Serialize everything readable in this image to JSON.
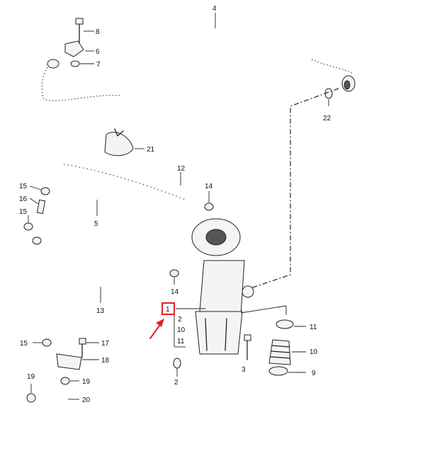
{
  "diagram": {
    "highlight_color": "#e02020",
    "line_color": "#222222",
    "callouts": [
      {
        "id": "c4",
        "text": "4"
      },
      {
        "id": "c8",
        "text": "8"
      },
      {
        "id": "c6",
        "text": "6"
      },
      {
        "id": "c7",
        "text": "7"
      },
      {
        "id": "c22",
        "text": "22"
      },
      {
        "id": "c21",
        "text": "21"
      },
      {
        "id": "c12",
        "text": "12"
      },
      {
        "id": "c15a",
        "text": "15"
      },
      {
        "id": "c16",
        "text": "16"
      },
      {
        "id": "c15b",
        "text": "15"
      },
      {
        "id": "c14a",
        "text": "14"
      },
      {
        "id": "c5",
        "text": "5"
      },
      {
        "id": "c14b",
        "text": "14"
      },
      {
        "id": "c13",
        "text": "13"
      },
      {
        "id": "c1",
        "text": "1"
      },
      {
        "id": "c2a",
        "text": "2"
      },
      {
        "id": "c10a",
        "text": "10"
      },
      {
        "id": "c11a",
        "text": "11"
      },
      {
        "id": "c3",
        "text": "3"
      },
      {
        "id": "c2b",
        "text": "2"
      },
      {
        "id": "c11b",
        "text": "11"
      },
      {
        "id": "c10b",
        "text": "10"
      },
      {
        "id": "c9",
        "text": "9"
      },
      {
        "id": "c15c",
        "text": "15"
      },
      {
        "id": "c17",
        "text": "17"
      },
      {
        "id": "c18",
        "text": "18"
      },
      {
        "id": "c19a",
        "text": "19"
      },
      {
        "id": "c19b",
        "text": "19"
      },
      {
        "id": "c20",
        "text": "20"
      }
    ]
  }
}
